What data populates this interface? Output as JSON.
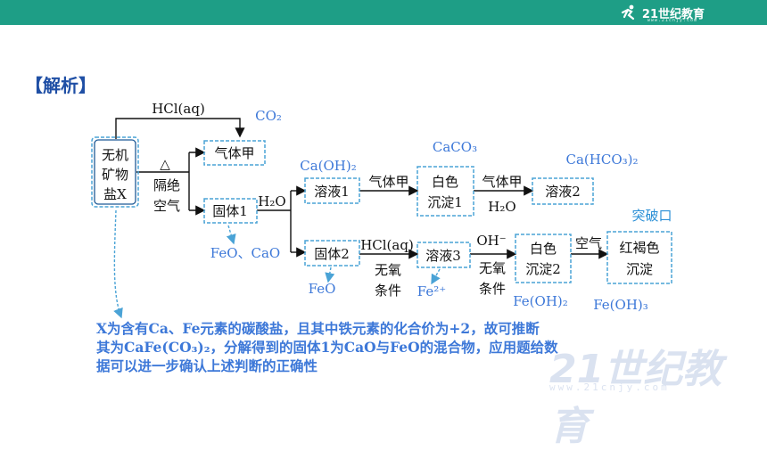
{
  "brand": {
    "logo_text": "21世纪教育",
    "logo_url": "www.21cnjy.com",
    "accent": "#1e9e86"
  },
  "heading": "【解析】",
  "watermark": {
    "text": "21世纪教育",
    "url": "www.21cnjy.com"
  },
  "diagram": {
    "boxes": {
      "salt_l1": "无机",
      "salt_l2": "矿物",
      "salt_l3": "盐X",
      "gas_a": "气体甲",
      "solid1": "固体1",
      "sol1": "溶液1",
      "wp1_l1": "白色",
      "wp1_l2": "沉淀1",
      "sol2": "溶液2",
      "solid2": "固体2",
      "sol3": "溶液3",
      "wp2_l1": "白色",
      "wp2_l2": "沉淀2",
      "rb_l1": "红褐色",
      "rb_l2": "沉淀"
    },
    "arrows": {
      "hcl1": "HCl(aq)",
      "heat": "△",
      "iso_l1": "隔绝",
      "iso_l2": "空气",
      "water": "H₂O",
      "gas_a": "气体甲",
      "gas_a2": "气体甲",
      "water2": "H₂O",
      "hcl2": "HCl(aq)",
      "anox1_l1": "无氧",
      "anox1_l2": "条件",
      "oh": "OH⁻",
      "anox2_l1": "无氧",
      "anox2_l2": "条件",
      "air": "空气"
    },
    "annotations": {
      "co2": "CO₂",
      "caoh2": "Ca(OH)₂",
      "caco3": "CaCO₃",
      "cahco3": "Ca(HCO₃)₂",
      "feo_cao": "FeO、CaO",
      "feo": "FeO",
      "fe2": "Fe²⁺",
      "feoh2": "Fe(OH)₂",
      "feoh3": "Fe(OH)₃",
      "breakthrough": "突破口"
    },
    "colors": {
      "box_border": "#1f5a96",
      "dash": "#4aa3d6",
      "annotation": "#3d78d8",
      "breakthrough": "#2a8fd6"
    }
  },
  "explanation": {
    "line1": "X为含有Ca、Fe元素的碳酸盐，且其中铁元素的化合价为+2，故可推断",
    "line2": "其为CaFe(CO₃)₂，分解得到的固体1为CaO与FeO的混合物，应用题给数",
    "line3": "据可以进一步确认上述判断的正确性"
  }
}
